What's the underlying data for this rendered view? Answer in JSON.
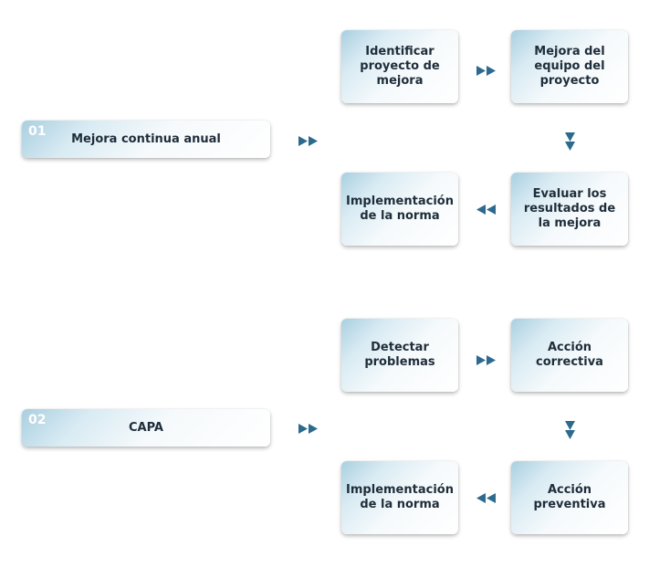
{
  "colors": {
    "arrow": "#2d6a8e",
    "text": "#1e2d3a",
    "number": "#ffffff"
  },
  "sections": [
    {
      "number": "01",
      "title": "Mejora continua anual",
      "steps": [
        "Identificar proyecto de mejora",
        "Mejora del equipo del proyecto",
        "Evaluar los resultados de la mejora",
        "Implementación de la norma"
      ]
    },
    {
      "number": "02",
      "title": "CAPA",
      "steps": [
        "Detectar problemas",
        "Acción correctiva",
        "Acción preventiva",
        "Implementación de la norma"
      ]
    }
  ]
}
